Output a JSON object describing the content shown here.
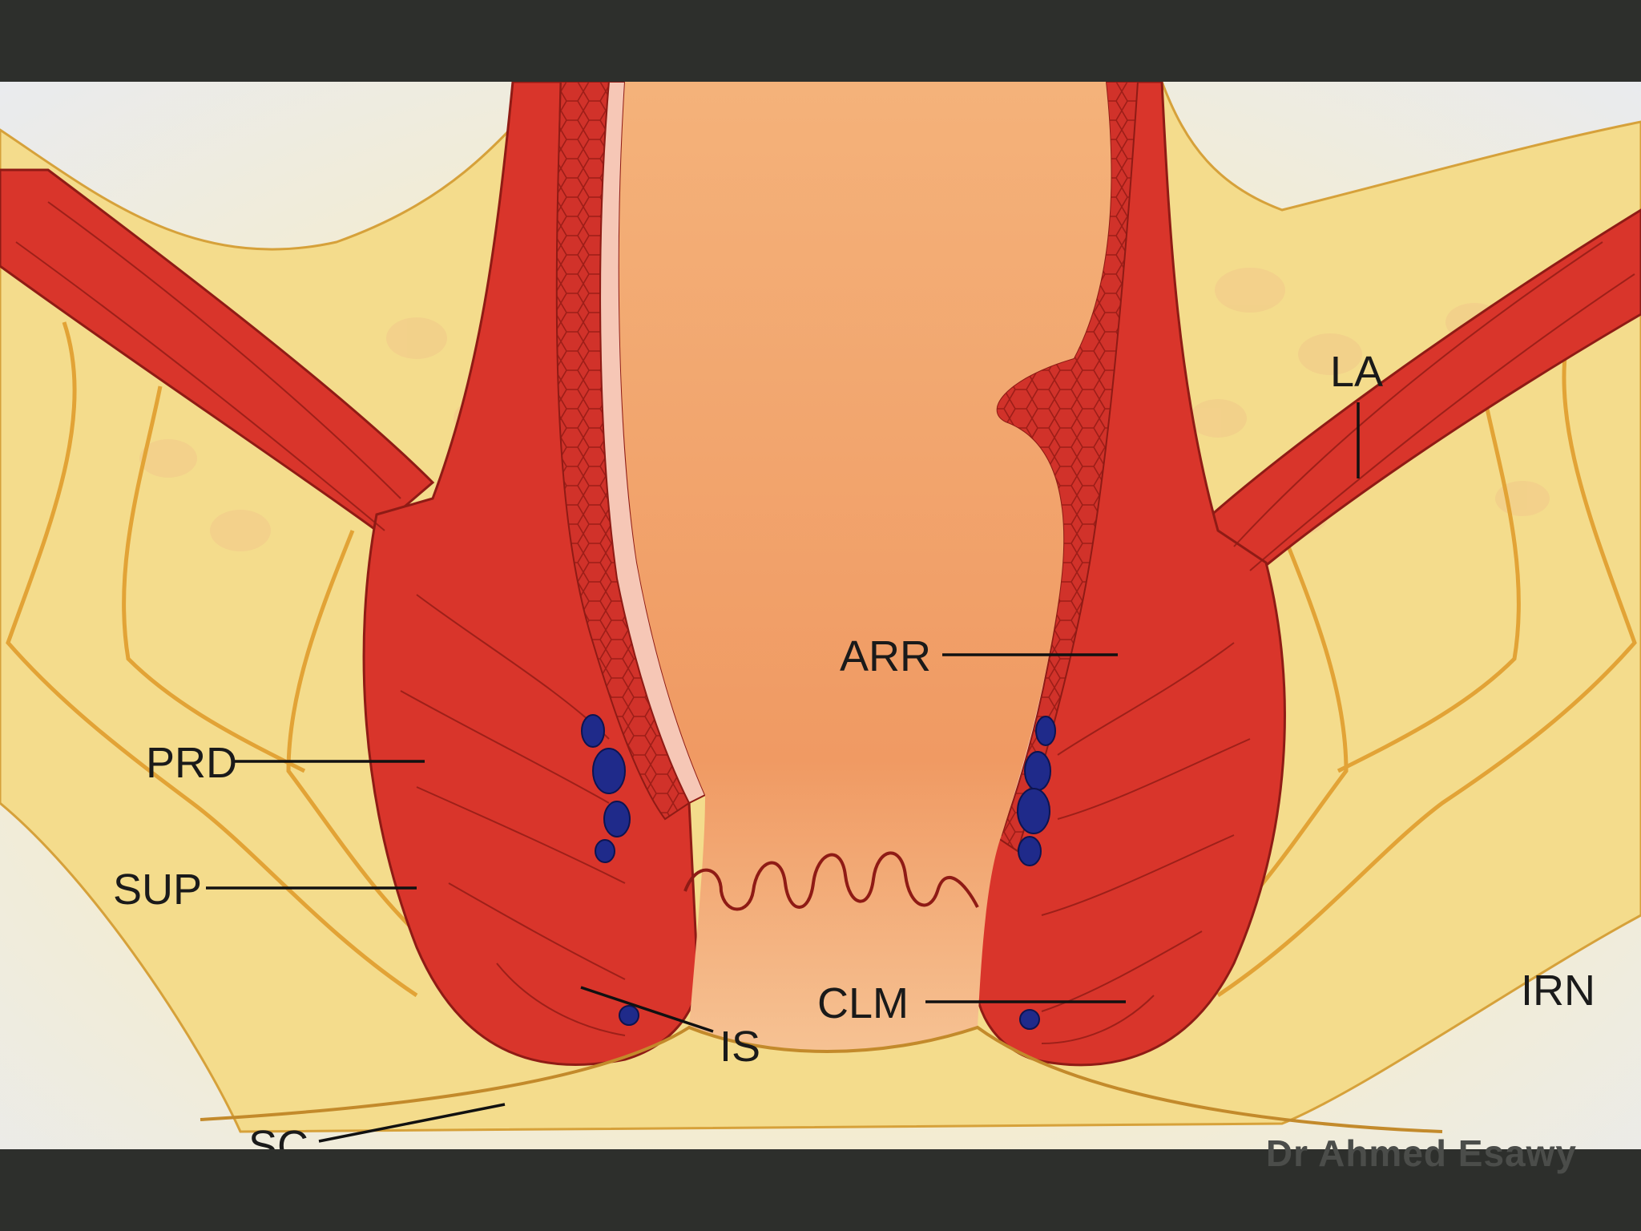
{
  "diagram": {
    "labels": {
      "la": "LA",
      "arr": "ARR",
      "prd": "PRD",
      "sup": "SUP",
      "is": "IS",
      "clm": "CLM",
      "irn": "IRN",
      "sc": "SC"
    }
  },
  "credit": "Dr Ahmed Esawy",
  "colors": {
    "frame": "#2d2f2c",
    "fat": "#f4dc8c",
    "muscle": "#d9352b",
    "lumen": "#f1a06a",
    "nerve": "#e2a336",
    "vein": "#1f2a8a"
  }
}
